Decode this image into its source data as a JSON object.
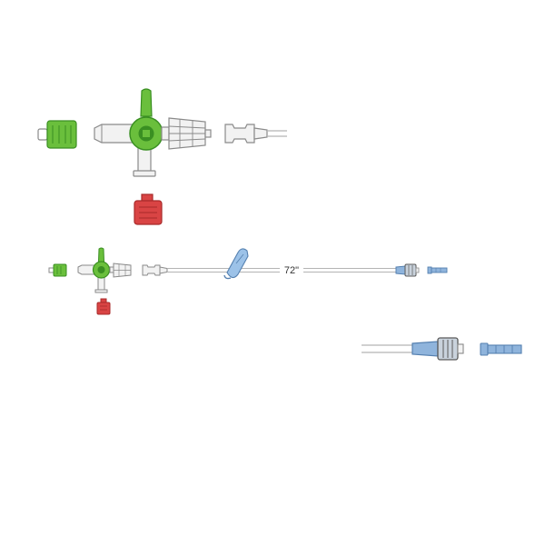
{
  "diagram": {
    "length_label": "72\""
  },
  "colors": {
    "stopcock_green": "#6abf3c",
    "stopcock_green_dark": "#3a8f22",
    "cap_red": "#d94444",
    "cap_red_dark": "#a82a2a",
    "connector_blue": "#8fb4dc",
    "connector_blue_dark": "#5580b0",
    "clamp_blue": "#9cc2e8",
    "tube_gray": "#b4b4b4",
    "outline_gray": "#8a8a8a",
    "hub_fill": "#f2f2f2"
  },
  "components": [
    {
      "name": "vented-green-cap",
      "icon": "cap-icon"
    },
    {
      "name": "four-way-stopcock",
      "icon": "stopcock-icon"
    },
    {
      "name": "red-dead-end-cap",
      "icon": "cap-icon"
    },
    {
      "name": "rotating-male-luer-lock",
      "icon": "luer-lock-icon"
    },
    {
      "name": "female-luer-connector",
      "icon": "luer-icon"
    },
    {
      "name": "slide-clamp",
      "icon": "clamp-icon"
    },
    {
      "name": "blue-rotating-luer",
      "icon": "luer-lock-icon"
    },
    {
      "name": "blue-male-luer-cap",
      "icon": "cap-icon"
    }
  ]
}
